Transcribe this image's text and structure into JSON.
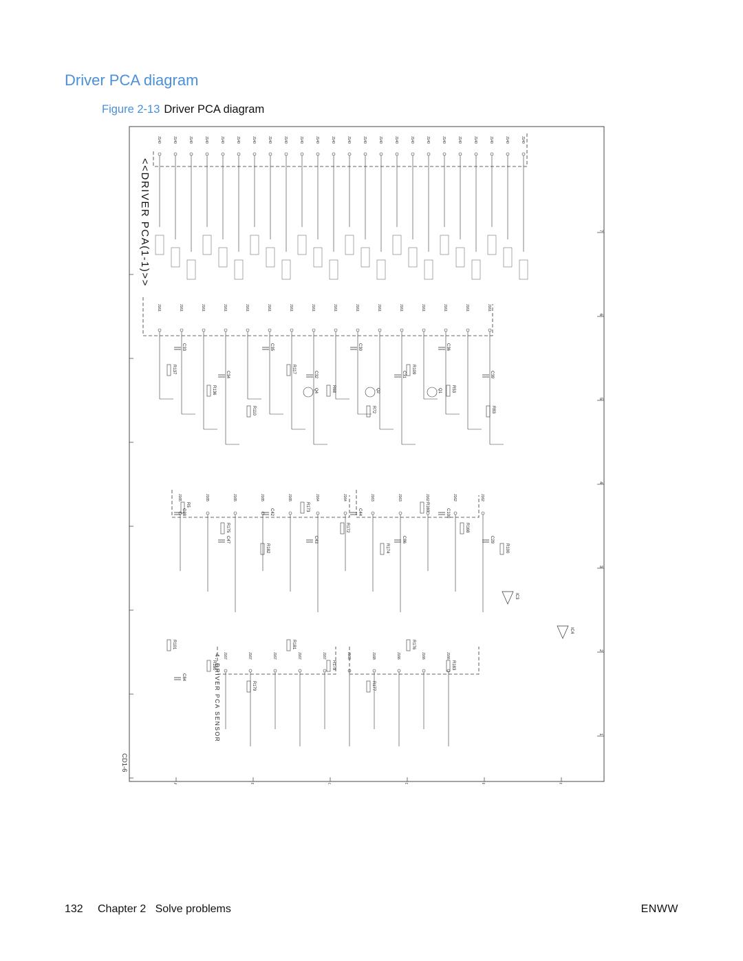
{
  "page": {
    "title": "Driver PCA diagram",
    "figure_label": "Figure 2-13",
    "figure_title": "Driver PCA diagram"
  },
  "schematic": {
    "main_title": "<<DRIVER PCA(1-1)>>",
    "sensor_title": "4. DRIVER PCA SENSOR",
    "sheet_id": "CD1-6",
    "zone_numbers": [
      "1",
      "2",
      "3",
      "4",
      "5",
      "6",
      "7"
    ],
    "zone_letters": [
      "A",
      "B",
      "C",
      "D",
      "E",
      "F"
    ],
    "top_connectors": [
      "J140",
      "J140",
      "J140",
      "J140",
      "J140",
      "J140",
      "J140",
      "J140",
      "J140",
      "J140",
      "J140",
      "J140",
      "J140",
      "J140",
      "J140",
      "J140",
      "J140",
      "J140",
      "J140",
      "J140",
      "J140",
      "J140",
      "J140",
      "J140"
    ],
    "mid_connectors": [
      "J161",
      "J161",
      "J161",
      "J161",
      "J161",
      "J161",
      "J161",
      "J161",
      "J161",
      "J161",
      "J161",
      "J161",
      "J161",
      "J161",
      "J161",
      "J161"
    ],
    "lower_connectors": [
      "J165",
      "J165",
      "J165",
      "J165",
      "J165",
      "J164",
      "J164",
      "J163",
      "J163",
      "J162",
      "J162",
      "J162"
    ],
    "bottom_connectors": [
      "J167",
      "J167",
      "J167",
      "J167",
      "J167",
      "J168",
      "J168",
      "J166",
      "J166",
      "J166"
    ],
    "resistors": [
      "R137",
      "R136",
      "R110",
      "R117",
      "R68",
      "R72",
      "R109",
      "R53",
      "R83",
      "R5",
      "R175",
      "R182",
      "R173",
      "R172",
      "R174",
      "R169",
      "R168",
      "R100",
      "R101",
      "R180",
      "R179",
      "R181",
      "R178",
      "R177",
      "R176",
      "R183"
    ],
    "capacitors": [
      "C33",
      "C34",
      "C35",
      "C32",
      "C30",
      "C31",
      "C36",
      "C39",
      "C28",
      "C47",
      "C42",
      "C43",
      "C44",
      "C86",
      "C100",
      "C29",
      "C84"
    ],
    "transistors": [
      "Q1",
      "Q2",
      "Q4"
    ],
    "ics": [
      "IC3",
      "IC4"
    ]
  }
}
